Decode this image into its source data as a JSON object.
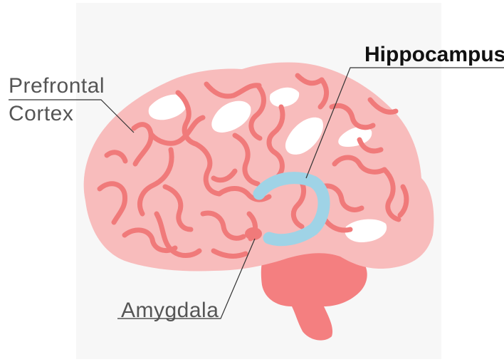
{
  "labels": {
    "prefrontal_line1": "Prefrontal",
    "prefrontal_line2": "Cortex",
    "hippocampus": "Hippocampus",
    "amygdala": "Amygdala"
  },
  "colors": {
    "cortex_fill": "#f8bcbc",
    "gyri_lines": "#f07a7a",
    "cerebellum_brainstem": "#f47f80",
    "amygdala": "#f07a7a",
    "hippocampus": "#9fd3e6",
    "highlight_patches": "#ffffff",
    "leader_lines": "#333333"
  }
}
